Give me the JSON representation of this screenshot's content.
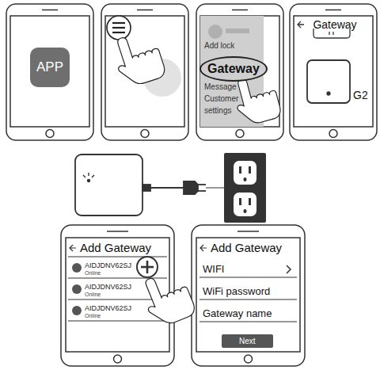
{
  "diagram": {
    "nodes": [
      {
        "text": [
          "APP"
        ]
      },
      {
        "text": [
          "Gateway"
        ]
      },
      {
        "text": [
          "Next"
        ]
      }
    ],
    "labels": [
      "Add lock",
      "Message",
      "Customer",
      "settings",
      "Gateway",
      "G2",
      "Add Gateway",
      "AIDJDNV62SJ",
      "Online",
      "AIDJDNV62SJ",
      "Online",
      "AIDJDNV62SJ",
      "Online",
      "Add Gateway",
      "WIFI",
      "WiFi password",
      "Gateway name"
    ]
  }
}
